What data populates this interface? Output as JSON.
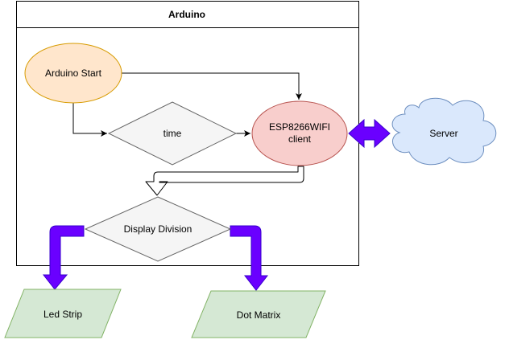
{
  "container": {
    "title": "Arduino"
  },
  "nodes": {
    "arduino_start": {
      "label": "Arduino Start",
      "fill": "#ffe6cc",
      "stroke": "#d79b00"
    },
    "time": {
      "label": "time",
      "fill": "#f5f5f5",
      "stroke": "#666666"
    },
    "esp_client": {
      "line1": "ESP8266WIFI",
      "line2": "client",
      "fill": "#f8cecc",
      "stroke": "#b85450"
    },
    "server": {
      "label": "Server",
      "fill": "#dae8fc",
      "stroke": "#6c8ebf"
    },
    "display_division": {
      "label": "Display Division",
      "fill": "#f5f5f5",
      "stroke": "#666666"
    },
    "led_strip": {
      "label": "Led Strip",
      "fill": "#d5e8d4",
      "stroke": "#82b366"
    },
    "dot_matrix": {
      "label": "Dot Matrix",
      "fill": "#d5e8d4",
      "stroke": "#82b366"
    }
  },
  "colors": {
    "connector": "#000000",
    "accent_arrow": "#6a00ff",
    "accent_arrow_stroke": "#3700cc"
  }
}
